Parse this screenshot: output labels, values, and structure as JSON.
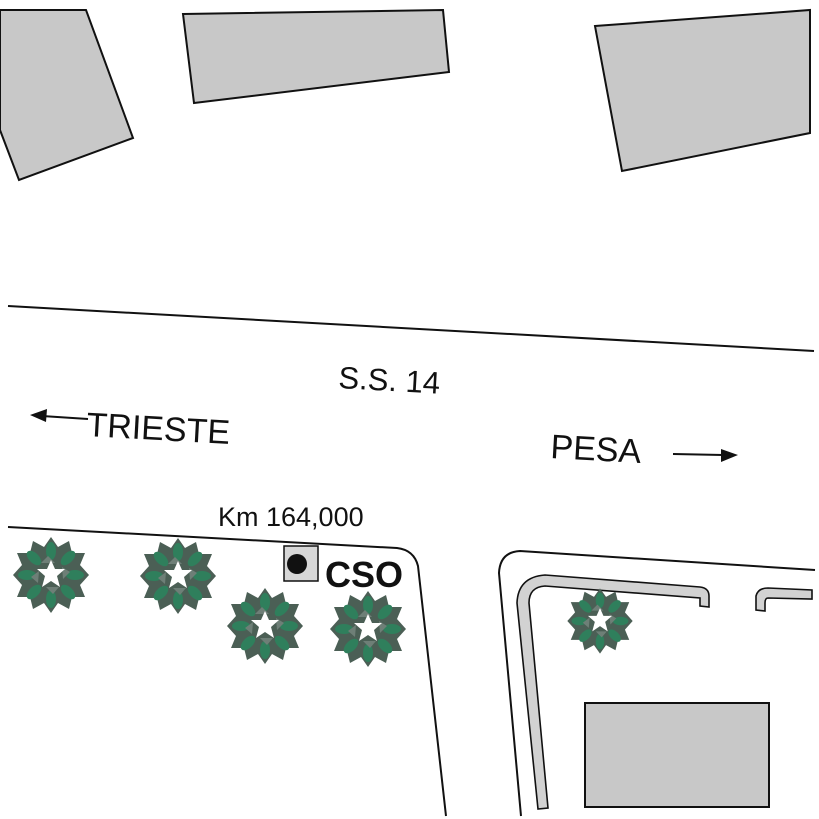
{
  "map": {
    "road_name": "S.S. 14",
    "direction_left": "TRIESTE",
    "direction_right": "PESA",
    "km_marker": "Km 164,000",
    "station_label": "CSO"
  },
  "colors": {
    "building_fill": "#c8c8c8",
    "outline": "#111111",
    "tree_dark": "#4b5f55",
    "tree_light": "#2f7f5c",
    "background": "#ffffff"
  },
  "icons": {
    "arrow_left": "left-arrow-icon",
    "arrow_right": "right-arrow-icon",
    "station": "station-dot-icon",
    "tree": "tree-icon"
  }
}
